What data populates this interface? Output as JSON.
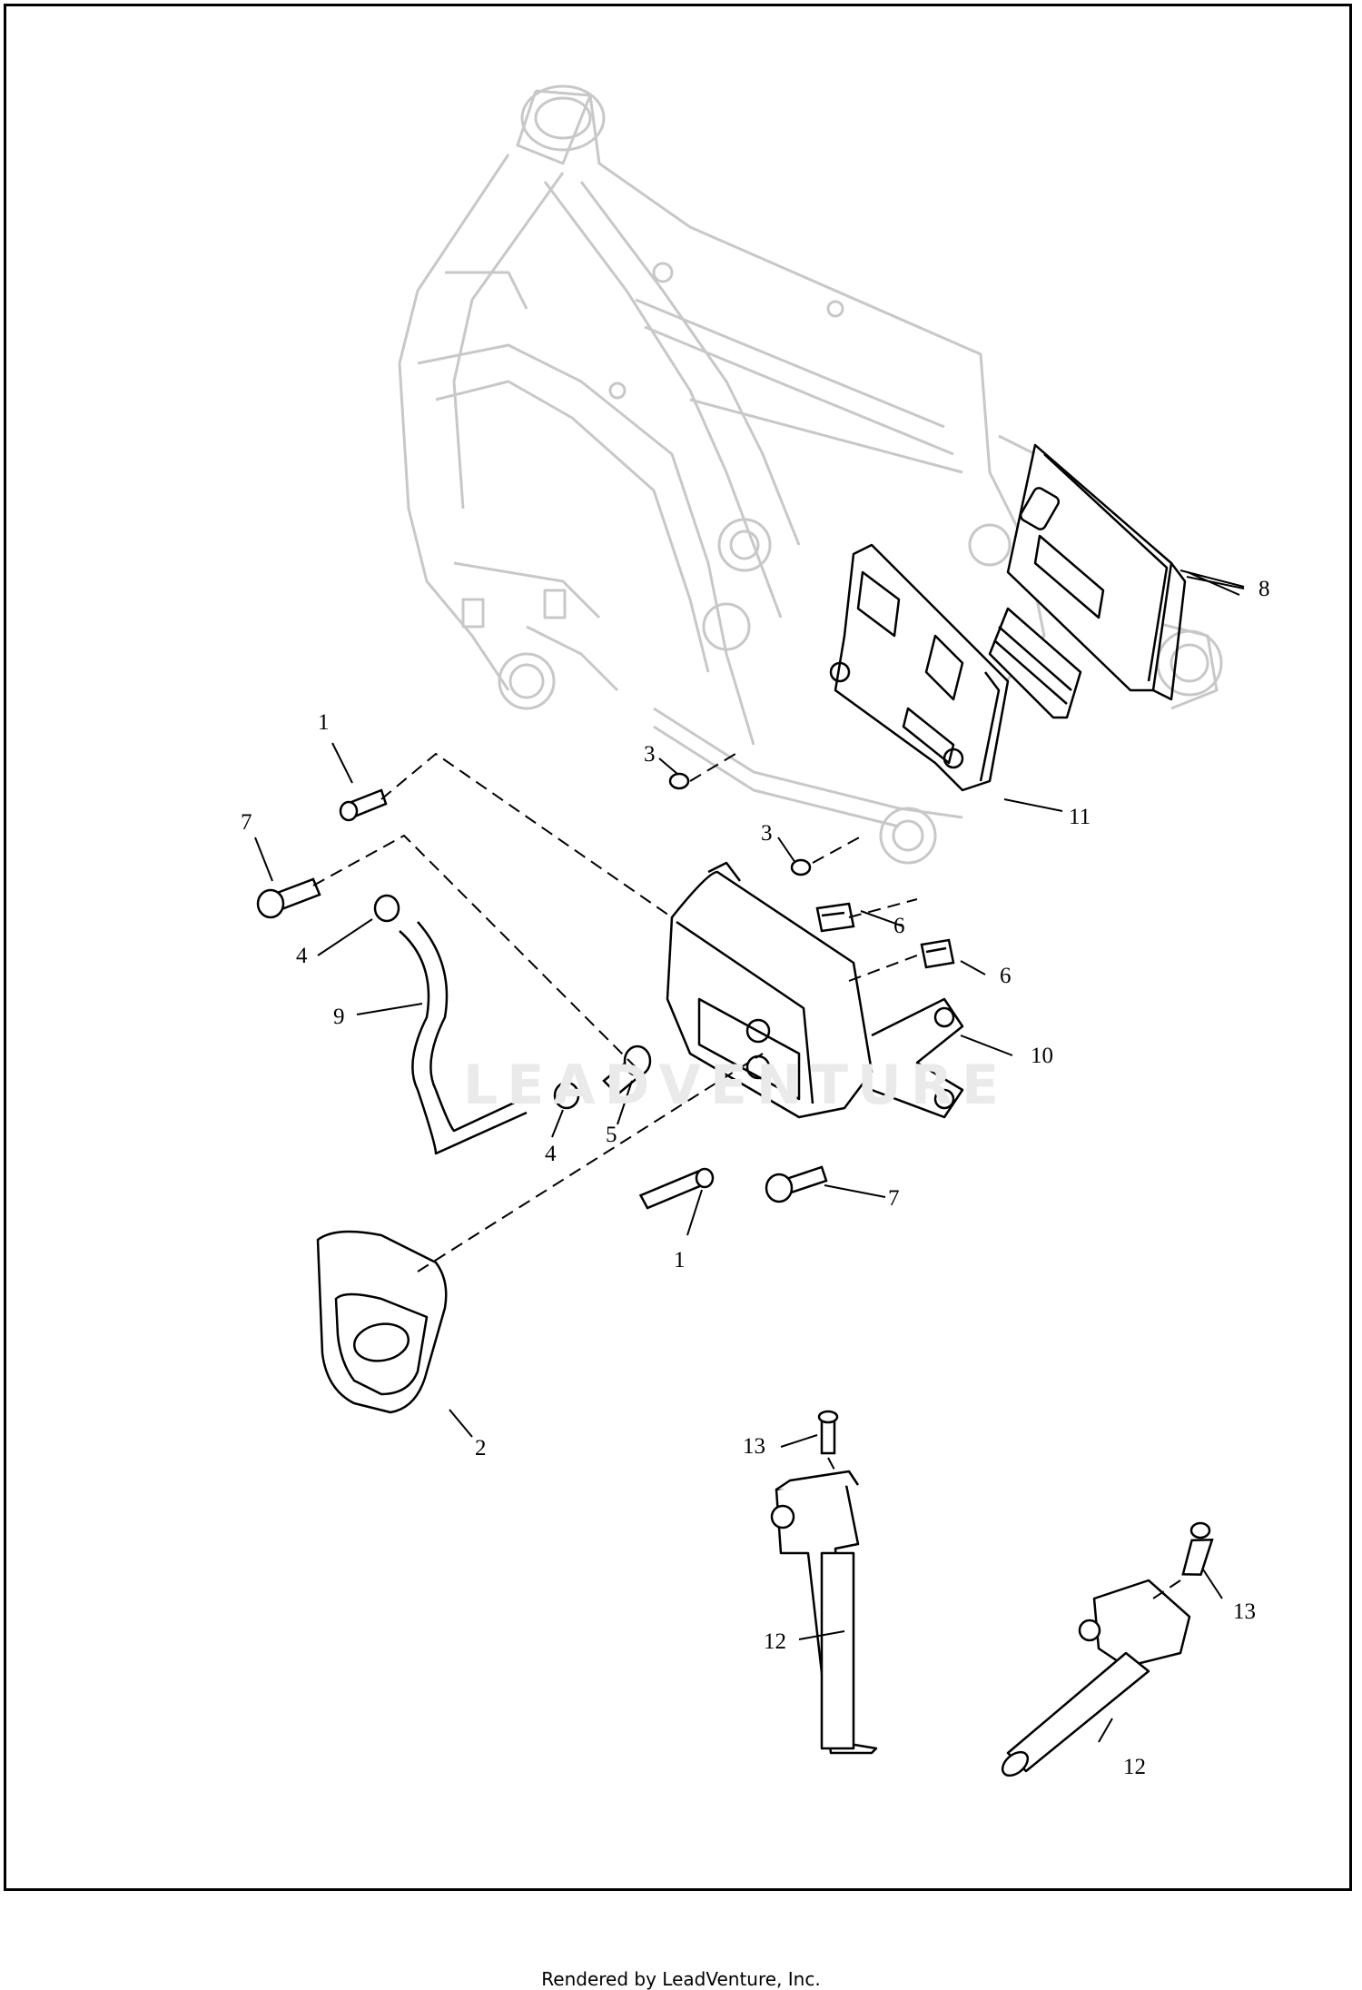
{
  "diagram": {
    "callouts": [
      {
        "id": "c1a",
        "label": "1"
      },
      {
        "id": "c1b",
        "label": "1"
      },
      {
        "id": "c2",
        "label": "2"
      },
      {
        "id": "c3a",
        "label": "3"
      },
      {
        "id": "c3b",
        "label": "3"
      },
      {
        "id": "c4a",
        "label": "4"
      },
      {
        "id": "c4b",
        "label": "4"
      },
      {
        "id": "c5",
        "label": "5"
      },
      {
        "id": "c6a",
        "label": "6"
      },
      {
        "id": "c6b",
        "label": "6"
      },
      {
        "id": "c7a",
        "label": "7"
      },
      {
        "id": "c7b",
        "label": "7"
      },
      {
        "id": "c8",
        "label": "8"
      },
      {
        "id": "c9",
        "label": "9"
      },
      {
        "id": "c10",
        "label": "10"
      },
      {
        "id": "c11",
        "label": "11"
      },
      {
        "id": "c12a",
        "label": "12"
      },
      {
        "id": "c12b",
        "label": "12"
      },
      {
        "id": "c13a",
        "label": "13"
      },
      {
        "id": "c13b",
        "label": "13"
      }
    ],
    "watermark": "LEADVENTURE",
    "frame_line_color": "#c8c8c8",
    "part_line_color": "#000000"
  },
  "footer": {
    "text": "Rendered by LeadVenture, Inc."
  }
}
